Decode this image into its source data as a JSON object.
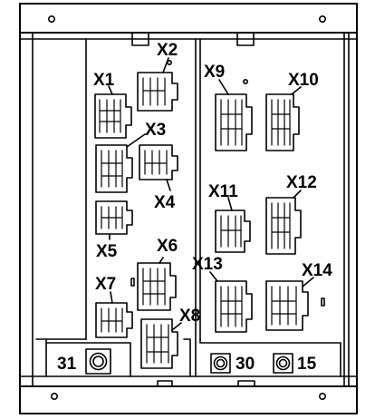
{
  "connector_labels": {
    "x1": "X1",
    "x2": "X2",
    "x3": "X3",
    "x4": "X4",
    "x5": "X5",
    "x6": "X6",
    "x7": "X7",
    "x8": "X8",
    "x9": "X9",
    "x10": "X10",
    "x11": "X11",
    "x12": "X12",
    "x13": "X13",
    "x14": "X14"
  },
  "terminal_labels": {
    "t31": "31",
    "t30": "30",
    "t15": "15"
  }
}
